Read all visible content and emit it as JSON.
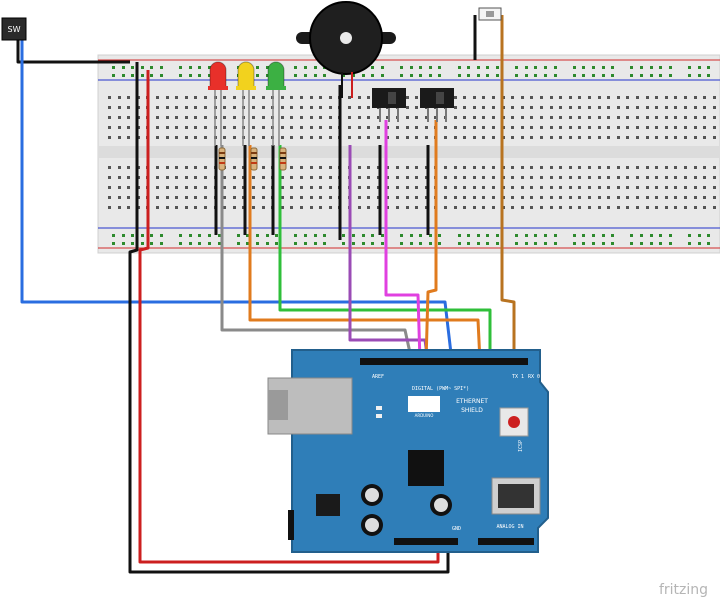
{
  "labels": {
    "switch": "SW",
    "board_title": "ETHERNET",
    "board_subtitle": "SHIELD",
    "board_brand": "ARDUINO",
    "header_digital": "DIGITAL (PWM~ SPI*)",
    "header_analog": "ANALOG IN",
    "icsp": "ICSP",
    "aref": "AREF",
    "gnd": "GND",
    "tx": "TX 1",
    "rx": "RX 0",
    "watermark": "fritzing"
  },
  "leds": [
    {
      "color": "red",
      "hex": "#e8302a"
    },
    {
      "color": "yellow",
      "hex": "#f2d21e"
    },
    {
      "color": "green",
      "hex": "#3cb043"
    }
  ],
  "colors": {
    "breadboard": "#e9e9e9",
    "rail_red": "#d12a2a",
    "rail_blue": "#2233cc",
    "board": "#2f7eb8",
    "board_dark": "#225f8c",
    "wire_black": "#111111",
    "wire_red": "#cc1f1f",
    "wire_blue": "#2a6de0",
    "wire_gray": "#8a8a8a",
    "wire_orange": "#e07b1e",
    "wire_green": "#2fbf3a",
    "wire_purple": "#9a4bb5",
    "wire_magenta": "#e040e0",
    "wire_brown": "#b87320"
  },
  "icons": {
    "buzzer": "piezo-buzzer-icon",
    "button": "pushbutton-icon",
    "slide_switch": "slide-switch-icon"
  }
}
